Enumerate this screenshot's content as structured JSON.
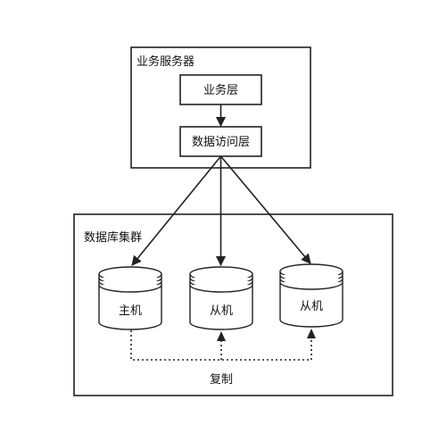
{
  "server": {
    "title": "业务服务器",
    "business_layer": "业务层",
    "data_access_layer": "数据访问层"
  },
  "db_cluster": {
    "title": "数据库集群",
    "master": "主机",
    "slave_1": "从机",
    "slave_2": "从机",
    "replication": "复制"
  }
}
